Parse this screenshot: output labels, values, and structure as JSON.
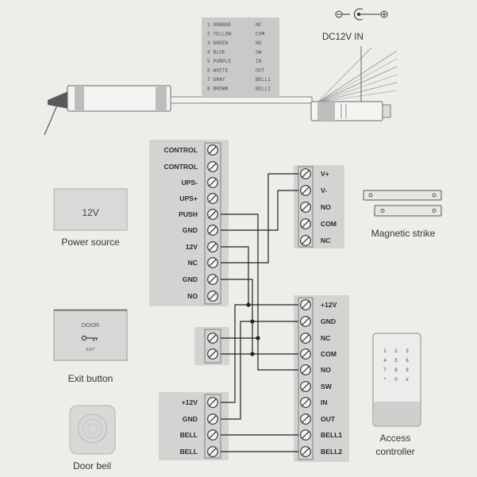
{
  "colors": {
    "background": "#eeede9",
    "panel": "#d3d3d1",
    "wire": "#222222"
  },
  "cable": {
    "wire_legend": [
      {
        "color": "1 ORANGE",
        "signal": "NC"
      },
      {
        "color": "2 YELLOW",
        "signal": "COM"
      },
      {
        "color": "3 GREEN",
        "signal": "NO"
      },
      {
        "color": "4 BLUE",
        "signal": "SW"
      },
      {
        "color": "5 PURPLE",
        "signal": "IN"
      },
      {
        "color": "6 WHITE",
        "signal": "OUT"
      },
      {
        "color": "7 GRAY",
        "signal": "BELL1"
      },
      {
        "color": "8 BROWN",
        "signal": "BELL2"
      }
    ],
    "power_input_label": "DC12V IN"
  },
  "power_source": {
    "box_text": "12V",
    "label": "Power source"
  },
  "power_terminals": [
    "CONTROL",
    "CONTROL",
    "UPS-",
    "UPS+",
    "PUSH",
    "GND",
    "12V",
    "NC",
    "GND",
    "NO"
  ],
  "magnetic_strike": {
    "label": "Magnetic strike",
    "terminals": [
      "V+",
      "V-",
      "NO",
      "COM",
      "NC"
    ]
  },
  "exit_button": {
    "door_text": "DOOR",
    "exit_text": "EXIT",
    "label": "Exit button"
  },
  "access_controller": {
    "label_line1": "Access",
    "label_line2": "controller",
    "keypad_keys": [
      "1",
      "2",
      "3",
      "4",
      "5",
      "6",
      "7",
      "8",
      "9",
      "*",
      "0",
      "#"
    ],
    "terminals": [
      "+12V",
      "GND",
      "NC",
      "COM",
      "NO",
      "SW",
      "IN",
      "OUT",
      "BELL1",
      "BELL2"
    ]
  },
  "door_bell": {
    "label": "Door beil",
    "terminals": [
      "+12V",
      "GND",
      "BELL",
      "BELL"
    ]
  }
}
